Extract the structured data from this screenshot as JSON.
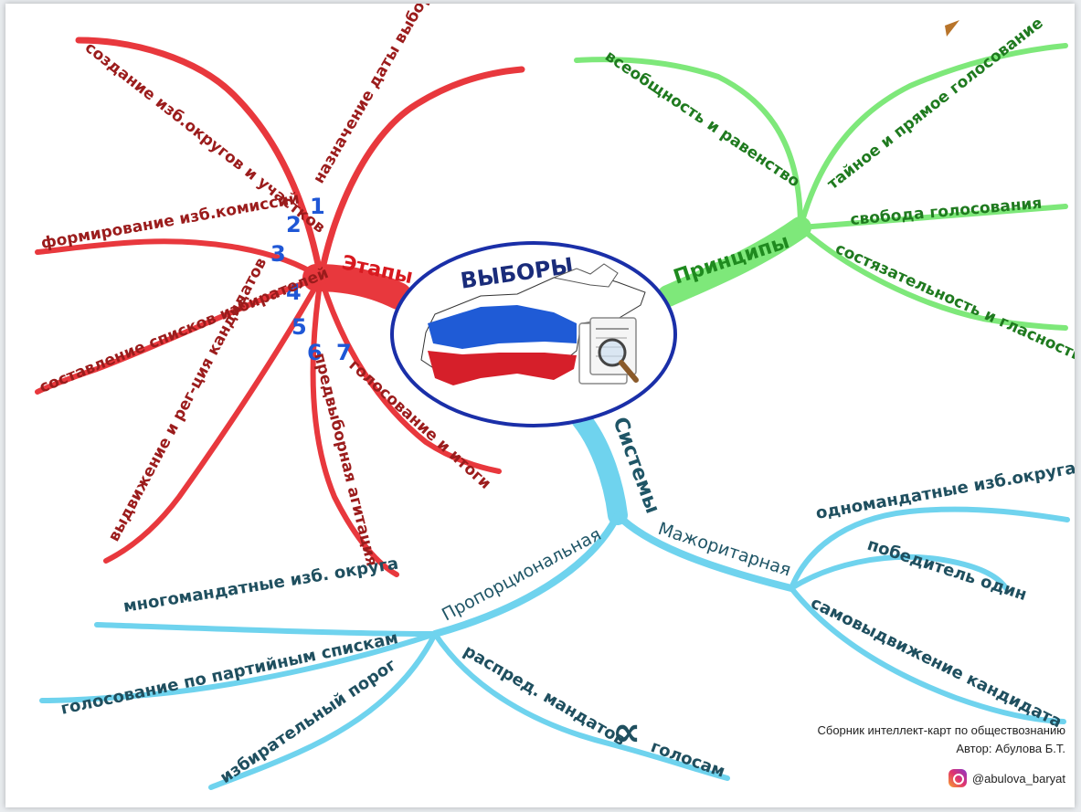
{
  "center": {
    "title": "ВЫБОРЫ"
  },
  "branches": {
    "stages": {
      "label": "Этапы",
      "color": "#e8383d",
      "items": [
        {
          "number": "1",
          "text": "назначение даты выборов"
        },
        {
          "number": "2",
          "text": "создание изб.округов и участков"
        },
        {
          "number": "3",
          "text": "формирование изб.комиссий"
        },
        {
          "number": "4",
          "text": "составление списков избирателей"
        },
        {
          "number": "5",
          "text": "выдвижение и рег-ция кандидатов"
        },
        {
          "number": "6",
          "text": "предвыборная агитация"
        },
        {
          "number": "7",
          "text": "голосование и итоги"
        }
      ]
    },
    "principles": {
      "label": "Принципы",
      "color": "#7ee87a",
      "items": [
        "всеобщность и равенство",
        "тайное и прямое голосование",
        "свобода голосования",
        "состязательность и гласность"
      ]
    },
    "systems": {
      "label": "Системы",
      "color": "#6fd3ee",
      "majoritarian": {
        "label": "Мажоритарная",
        "items": [
          "одномандатные изб.округа",
          "победитель один",
          "самовыдвижение кандидата"
        ]
      },
      "proportional": {
        "label": "Пропорциональная",
        "items": [
          "многомандатные изб. округа",
          "голосование по партийным спискам",
          "избирательный порог"
        ],
        "mandates": {
          "left": "распред. мандатов",
          "symbol": "∝",
          "right": "голосам"
        }
      }
    }
  },
  "credits": {
    "line1": "Сборник интеллект-карт по обществознанию",
    "line2": "Автор: Абулова Б.Т.",
    "instagram": "@abulova_baryat"
  }
}
